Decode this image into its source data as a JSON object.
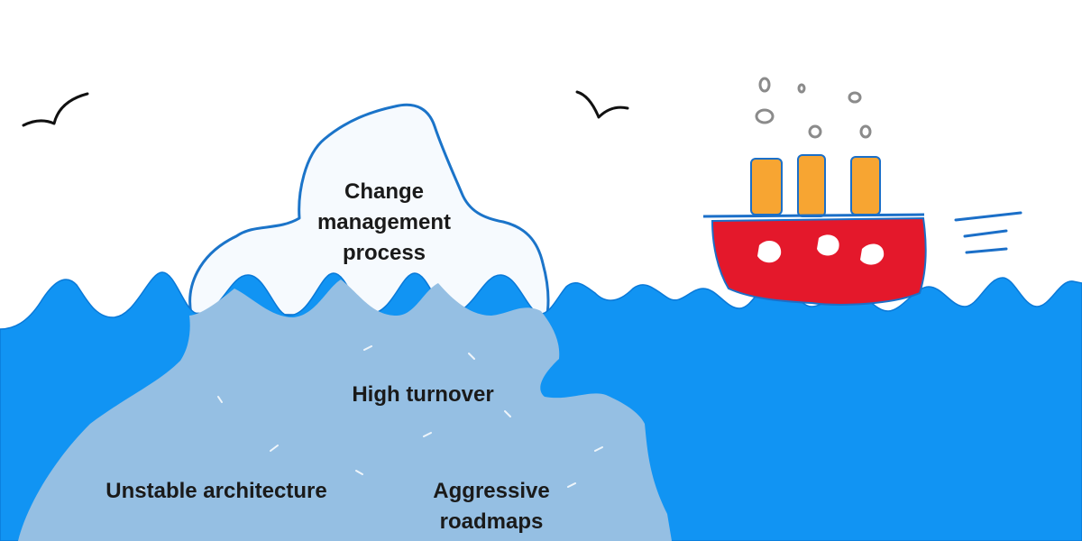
{
  "iceberg": {
    "tip": {
      "line1": "Change",
      "line2": "management",
      "line3": "process"
    },
    "underwater": {
      "turnover": "High turnover",
      "architecture": "Unstable architecture",
      "roadmaps_line1": "Aggressive",
      "roadmaps_line2": "roadmaps"
    }
  },
  "colors": {
    "sky": "#ffffff",
    "sea": "#1194f3",
    "sea_outline": "#0a79d8",
    "iceberg_tip": "#f6fafe",
    "iceberg_outline": "#1b74c9",
    "iceberg_underwater": "#95bfe3",
    "ship_hull": "#e4182b",
    "ship_funnel": "#f7a532",
    "ship_outline": "#1b6fc8",
    "smoke": "#8b8b8b",
    "bird": "#111111",
    "text": "#1a1a1a"
  },
  "icons": [
    "bird-icon",
    "ship-icon",
    "smoke-icon",
    "speed-lines-icon"
  ]
}
